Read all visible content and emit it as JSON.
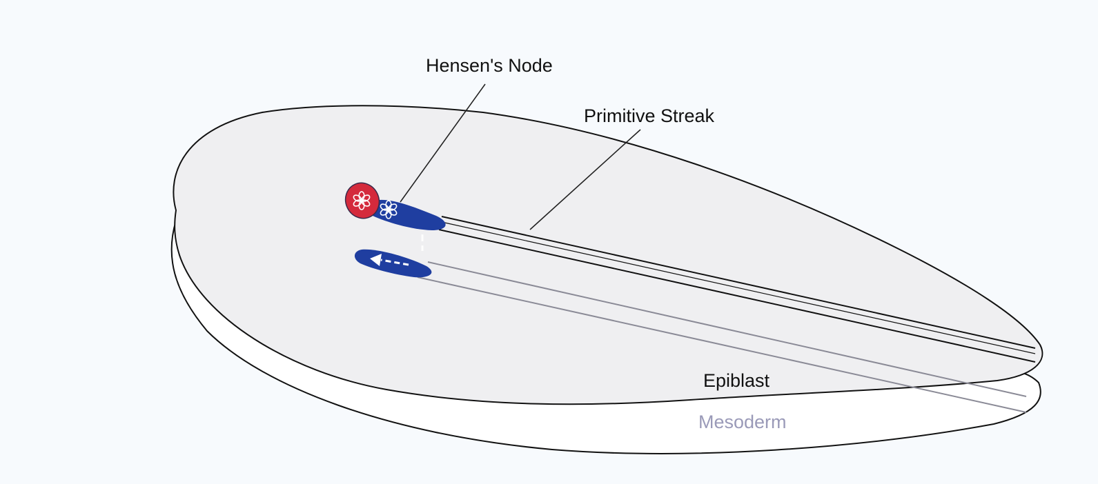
{
  "labels": {
    "hensens_node": "Hensen's Node",
    "primitive_streak": "Primitive Streak",
    "epiblast": "Epiblast",
    "mesoderm": "Mesoderm"
  },
  "colors": {
    "background": "#f7fafd",
    "epiblast_fill": "#efeff1",
    "mesoderm_fill": "#ffffff",
    "outline": "#111111",
    "node_red": "#d42a3c",
    "streak_blue": "#1f3ea0",
    "mesoderm_text": "#9a9ab8",
    "mesoderm_lines": "#8a8a96"
  },
  "icons": {
    "node_cell_marker": "flower-icon",
    "migration_arrow": "arrow-left-icon"
  }
}
